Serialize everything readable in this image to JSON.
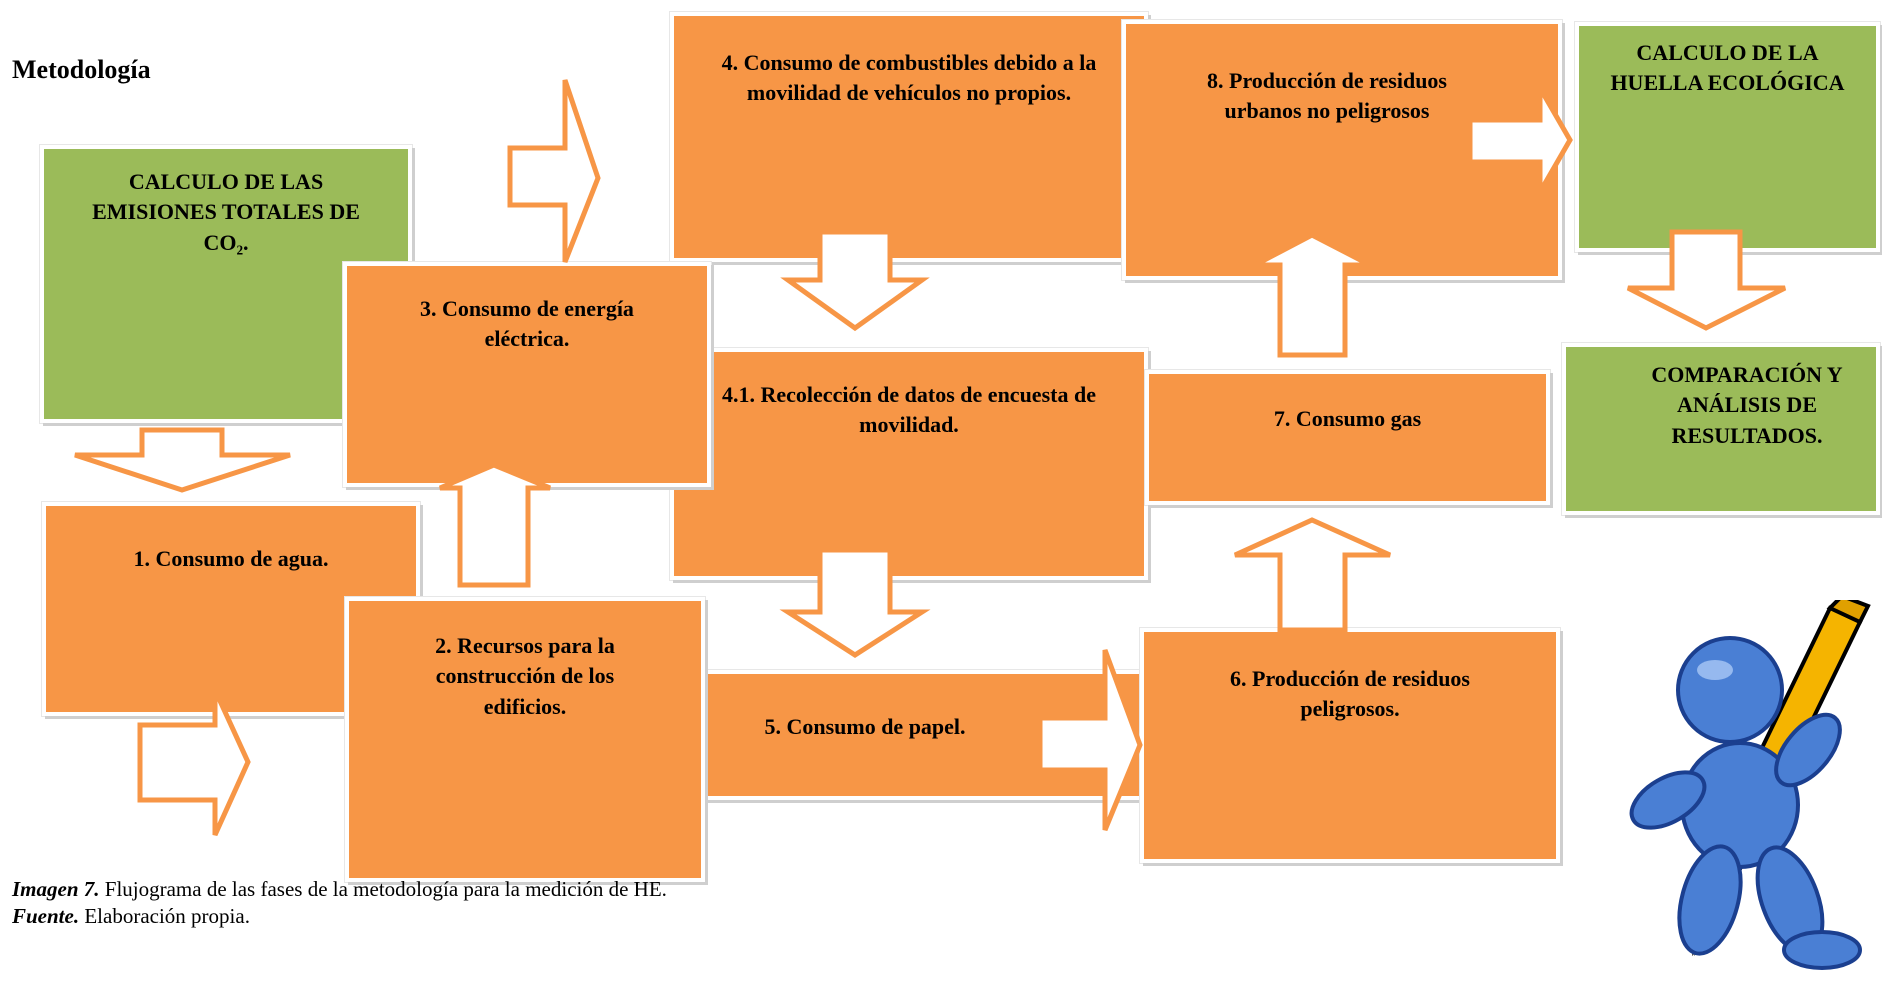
{
  "heading": "Metodología",
  "nodes": {
    "co2": "CALCULO DE LAS EMISIONES TOTALES DE CO₂.",
    "n1": "1. Consumo de agua.",
    "n2": "2. Recursos para la construcción de los edificios.",
    "n3": "3. Consumo de energía eléctrica.",
    "n4": "4. Consumo de combustibles debido a la movilidad de vehículos no propios.",
    "n41": "4.1.  Recolección de datos de encuesta de movilidad.",
    "n5": "5. Consumo de papel.",
    "n6": "6. Producción de residuos peligrosos.",
    "n7": "7. Consumo gas",
    "n8": "8. Producción de residuos urbanos no peligrosos",
    "huella": "CALCULO DE LA HUELLA ECOLÓGICA",
    "comparacion": "COMPARACIÓN Y ANÁLISIS DE RESULTADOS."
  },
  "caption": {
    "line1_label": "Imagen 7.",
    "line1_text": " Flujograma de las fases de la metodología para la medición de HE.",
    "line2_label": "Fuente.",
    "line2_text": " Elaboración propia."
  },
  "colors": {
    "process": "#f79646",
    "milestone": "#9bbb59",
    "pencil": "#f5b400",
    "figure": "#4a7fd4"
  }
}
